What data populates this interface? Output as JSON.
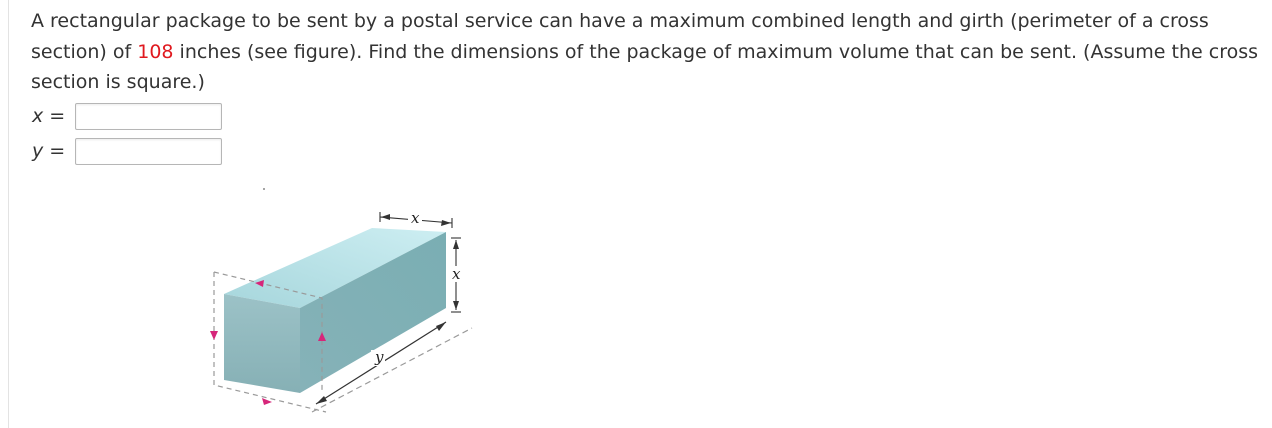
{
  "problem": {
    "text_before": "A rectangular package to be sent by a postal service can have a maximum combined length and girth (perimeter of a cross section) of ",
    "highlight_value": "108",
    "text_after": " inches (see figure). Find the dimensions of the package of maximum volume that can be sent. (Assume the cross section is square.)"
  },
  "answers": {
    "x": {
      "variable": "x",
      "equals": "=",
      "value": ""
    },
    "y": {
      "variable": "y",
      "equals": "=",
      "value": ""
    }
  },
  "figure": {
    "label_x_top": "x",
    "label_x_side": "x",
    "label_y": "y"
  },
  "colors": {
    "highlight": "#e0191f",
    "box_top": "#b9e3e8",
    "box_front": "#8fb8be",
    "box_side": "#7fb1b6",
    "girth_marker": "#d6267a"
  }
}
